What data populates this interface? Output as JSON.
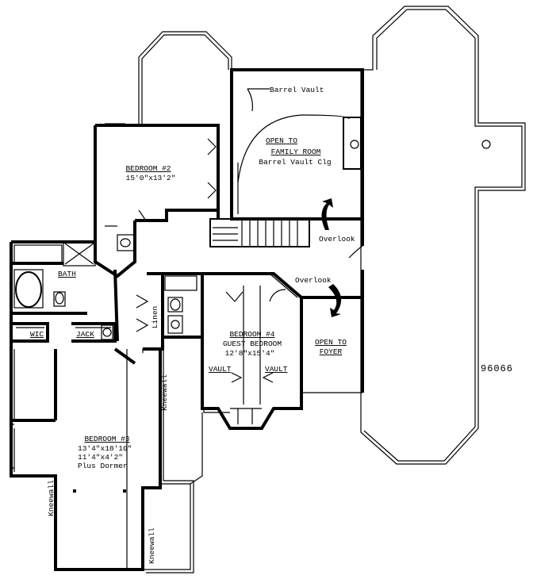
{
  "rooms": {
    "family_room": {
      "line1": "OPEN TO",
      "line2": "FAMILY ROOM",
      "line3": "Barrel Vault Clg"
    },
    "barrel_vault": "Barrel Vault",
    "bedroom2": {
      "name": "BEDROOM #2",
      "dims": "15'0\"x13'2\""
    },
    "bath": "BATH",
    "wic": "WIC",
    "jack": "JACK",
    "linen": "Linen",
    "bedroom4": {
      "name": "BEDROOM #4",
      "sub": "GUEST BEDROOM",
      "dims": "12'8\"x15'4\""
    },
    "vault_left": "VAULT",
    "vault_right": "VAULT",
    "foyer": {
      "line1": "OPEN TO",
      "line2": "FOYER"
    },
    "overlook_upper": "Overlook",
    "overlook_lower": "Overlook",
    "bedroom3": {
      "name": "BEDROOM #3",
      "dims1": "13'4\"x18'10\"",
      "dims2": "11'4\"x4'2\"",
      "dims3": "Plus Dormer"
    },
    "kneewall_a": "Kneewall",
    "kneewall_b": "Kneewall",
    "kneewall_c": "Kneewall"
  },
  "plan_number": "96066"
}
